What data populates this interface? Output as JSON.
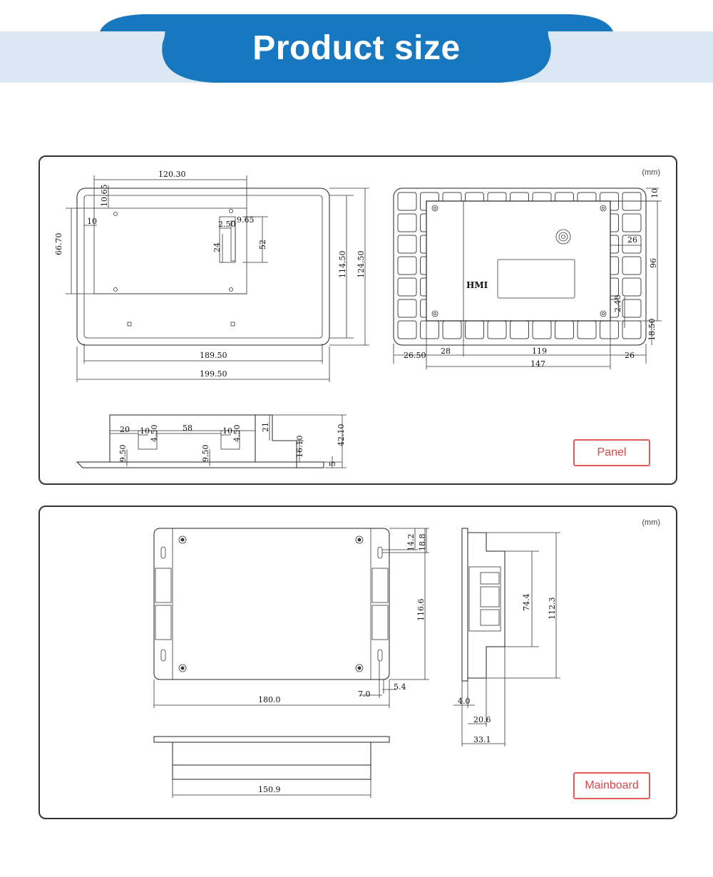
{
  "header": {
    "title": "Product size"
  },
  "colors": {
    "banner": "#1778c0",
    "banner_light": "#dbe8f4",
    "badge": "#e05a5a"
  },
  "panel_section": {
    "unit": "(mm)",
    "badge": "Panel",
    "front_dims": {
      "d1": "120.30",
      "d2": "10.65",
      "d3": "10",
      "d4": "66.70",
      "d5": "9.65",
      "d6": "2.50",
      "d7": "24",
      "d8": "52",
      "d9": "114.50",
      "d10": "124.50",
      "d11": "189.50",
      "d12": "199.50"
    },
    "back_dims": {
      "d1": "10",
      "d2": "26",
      "d3": "96",
      "d4": "2.48",
      "d5": "18.50",
      "d6": "26.50",
      "d7": "28",
      "d8": "119",
      "d9": "26",
      "d10": "147",
      "label": "HMI"
    },
    "side_dims": {
      "d1": "20",
      "d2": "10",
      "d3": "4.50",
      "d4": "58",
      "d5": "10",
      "d6": "4.50",
      "d7": "21",
      "d8": "42.10",
      "d9": "16.10",
      "d10": "9.50",
      "d11": "9.50",
      "d12": "5"
    }
  },
  "mainboard_section": {
    "unit": "(mm)",
    "badge": "Mainboard",
    "front_dims": {
      "d1": "14.2",
      "d2": "18.8",
      "d3": "116.6",
      "d4": "7.0",
      "d5": "5.4",
      "d6": "180.0"
    },
    "side_dims": {
      "d1": "74.4",
      "d2": "112.3",
      "d3": "4.0",
      "d4": "20.6",
      "d5": "33.1"
    },
    "bottom_dims": {
      "d1": "150.9"
    }
  }
}
